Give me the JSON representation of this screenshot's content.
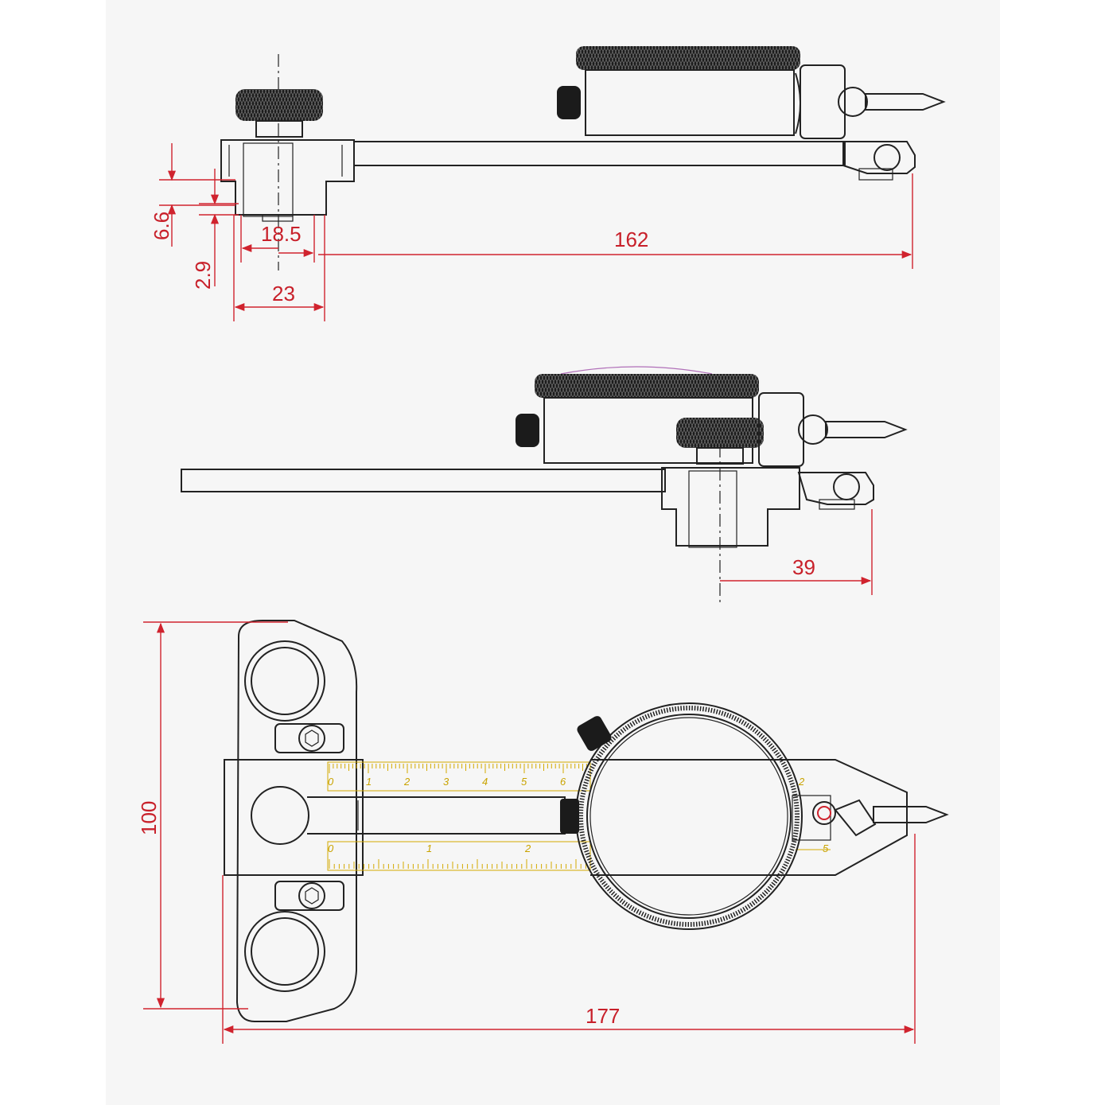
{
  "dimensions": {
    "top_view": {
      "d_6_6": "6.6",
      "d_2_9": "2.9",
      "d_18_5": "18.5",
      "d_23": "23",
      "d_162": "162"
    },
    "middle_view": {
      "d_39": "39"
    },
    "bottom_view": {
      "d_100": "100",
      "d_177": "177"
    }
  },
  "scales": {
    "upper": [
      "0",
      "1",
      "2",
      "3",
      "4",
      "5",
      "6",
      "2"
    ],
    "lower": [
      "0",
      "1",
      "2",
      "5"
    ]
  },
  "colors": {
    "dimension": "#d0232e",
    "scale": "#d4aa00",
    "line": "#222222",
    "background": "#f6f6f6"
  }
}
